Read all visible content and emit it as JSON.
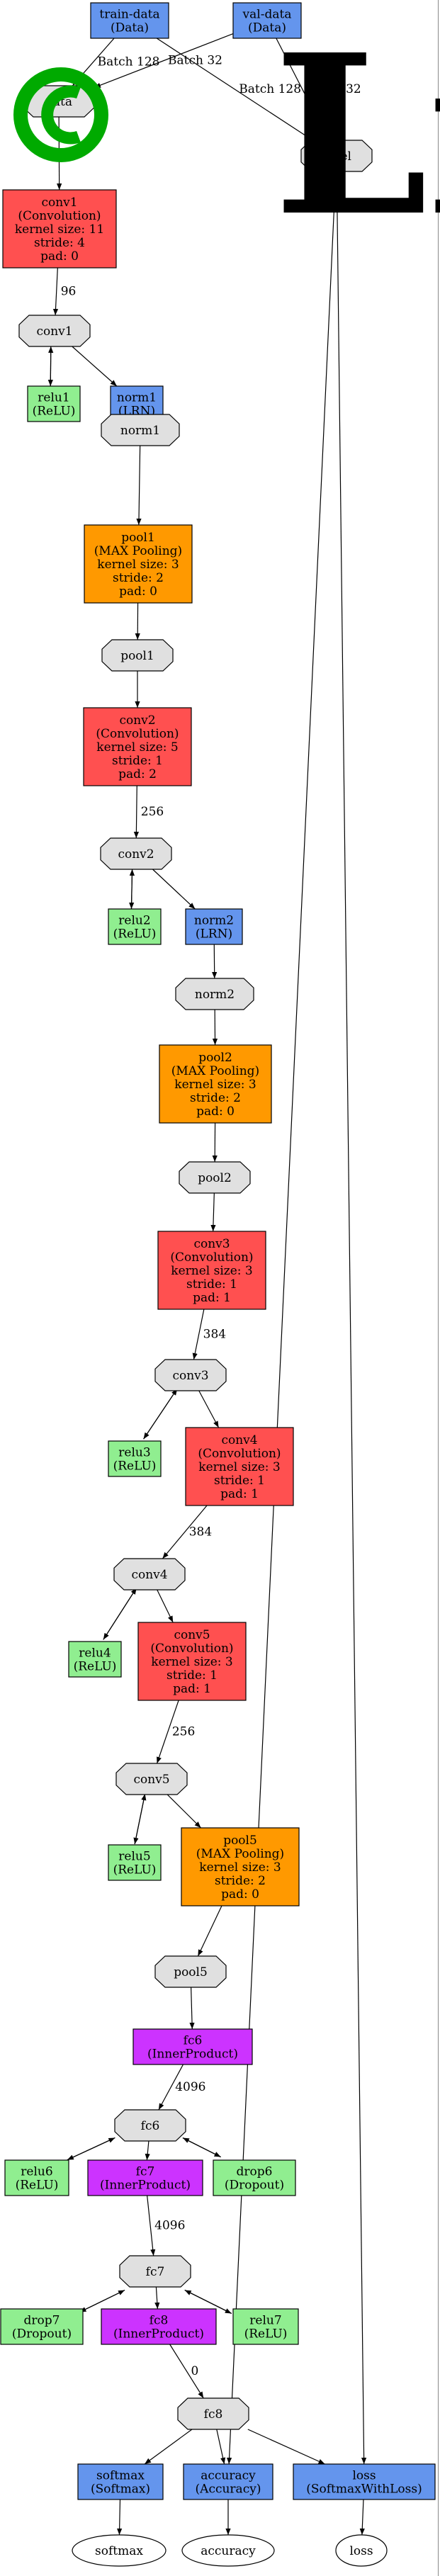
{
  "diagram": {
    "watermark": {
      "text": "Li",
      "color": "#00aa00"
    },
    "colors": {
      "data": "#6495ed",
      "conv": "#ff5050",
      "pool": "#ff9900",
      "relu": "#90ee90",
      "fc": "#cc33ff",
      "blob": "#e0e0e0"
    },
    "nodes": [
      {
        "id": "train_data",
        "shape": "rect",
        "color": "data",
        "lines": [
          "train-data",
          "(Data)"
        ]
      },
      {
        "id": "val_data",
        "shape": "rect",
        "color": "data",
        "lines": [
          "val-data",
          "(Data)"
        ]
      },
      {
        "id": "data",
        "shape": "oct",
        "lines": [
          "data"
        ]
      },
      {
        "id": "label",
        "shape": "oct",
        "lines": [
          "label"
        ]
      },
      {
        "id": "conv1",
        "shape": "rect",
        "color": "conv",
        "lines": [
          "conv1",
          "(Convolution)",
          "kernel size: 11",
          "stride: 4",
          "pad: 0"
        ]
      },
      {
        "id": "conv1_blob",
        "shape": "oct",
        "lines": [
          "conv1"
        ]
      },
      {
        "id": "relu1",
        "shape": "rect",
        "color": "relu",
        "lines": [
          "relu1",
          "(ReLU)"
        ]
      },
      {
        "id": "norm1",
        "shape": "rect",
        "color": "data",
        "lines": [
          "norm1",
          "(LRN)"
        ]
      },
      {
        "id": "norm1_blob",
        "shape": "oct",
        "lines": [
          "norm1"
        ]
      },
      {
        "id": "pool1",
        "shape": "rect",
        "color": "pool",
        "lines": [
          "pool1",
          "(MAX Pooling)",
          "kernel size: 3",
          "stride: 2",
          "pad: 0"
        ]
      },
      {
        "id": "pool1_blob",
        "shape": "oct",
        "lines": [
          "pool1"
        ]
      },
      {
        "id": "conv2",
        "shape": "rect",
        "color": "conv",
        "lines": [
          "conv2",
          "(Convolution)",
          "kernel size: 5",
          "stride: 1",
          "pad: 2"
        ]
      },
      {
        "id": "conv2_blob",
        "shape": "oct",
        "lines": [
          "conv2"
        ]
      },
      {
        "id": "relu2",
        "shape": "rect",
        "color": "relu",
        "lines": [
          "relu2",
          "(ReLU)"
        ]
      },
      {
        "id": "norm2",
        "shape": "rect",
        "color": "data",
        "lines": [
          "norm2",
          "(LRN)"
        ]
      },
      {
        "id": "norm2_blob",
        "shape": "oct",
        "lines": [
          "norm2"
        ]
      },
      {
        "id": "pool2",
        "shape": "rect",
        "color": "pool",
        "lines": [
          "pool2",
          "(MAX Pooling)",
          "kernel size: 3",
          "stride: 2",
          "pad: 0"
        ]
      },
      {
        "id": "pool2_blob",
        "shape": "oct",
        "lines": [
          "pool2"
        ]
      },
      {
        "id": "conv3",
        "shape": "rect",
        "color": "conv",
        "lines": [
          "conv3",
          "(Convolution)",
          "kernel size: 3",
          "stride: 1",
          "pad: 1"
        ]
      },
      {
        "id": "conv3_blob",
        "shape": "oct",
        "lines": [
          "conv3"
        ]
      },
      {
        "id": "relu3",
        "shape": "rect",
        "color": "relu",
        "lines": [
          "relu3",
          "(ReLU)"
        ]
      },
      {
        "id": "conv4",
        "shape": "rect",
        "color": "conv",
        "lines": [
          "conv4",
          "(Convolution)",
          "kernel size: 3",
          "stride: 1",
          "pad: 1"
        ]
      },
      {
        "id": "conv4_blob",
        "shape": "oct",
        "lines": [
          "conv4"
        ]
      },
      {
        "id": "relu4",
        "shape": "rect",
        "color": "relu",
        "lines": [
          "relu4",
          "(ReLU)"
        ]
      },
      {
        "id": "conv5",
        "shape": "rect",
        "color": "conv",
        "lines": [
          "conv5",
          "(Convolution)",
          "kernel size: 3",
          "stride: 1",
          "pad: 1"
        ]
      },
      {
        "id": "conv5_blob",
        "shape": "oct",
        "lines": [
          "conv5"
        ]
      },
      {
        "id": "relu5",
        "shape": "rect",
        "color": "relu",
        "lines": [
          "relu5",
          "(ReLU)"
        ]
      },
      {
        "id": "pool5",
        "shape": "rect",
        "color": "pool",
        "lines": [
          "pool5",
          "(MAX Pooling)",
          "kernel size: 3",
          "stride: 2",
          "pad: 0"
        ]
      },
      {
        "id": "pool5_blob",
        "shape": "oct",
        "lines": [
          "pool5"
        ]
      },
      {
        "id": "fc6",
        "shape": "rect",
        "color": "fc",
        "lines": [
          "fc6",
          "(InnerProduct)"
        ]
      },
      {
        "id": "fc6_blob",
        "shape": "oct",
        "lines": [
          "fc6"
        ]
      },
      {
        "id": "relu6",
        "shape": "rect",
        "color": "relu",
        "lines": [
          "relu6",
          "(ReLU)"
        ]
      },
      {
        "id": "fc7",
        "shape": "rect",
        "color": "fc",
        "lines": [
          "fc7",
          "(InnerProduct)"
        ]
      },
      {
        "id": "drop6",
        "shape": "rect",
        "color": "relu",
        "lines": [
          "drop6",
          "(Dropout)"
        ]
      },
      {
        "id": "fc7_blob",
        "shape": "oct",
        "lines": [
          "fc7"
        ]
      },
      {
        "id": "drop7",
        "shape": "rect",
        "color": "relu",
        "lines": [
          "drop7",
          "(Dropout)"
        ]
      },
      {
        "id": "fc8",
        "shape": "rect",
        "color": "fc",
        "lines": [
          "fc8",
          "(InnerProduct)"
        ]
      },
      {
        "id": "relu7",
        "shape": "rect",
        "color": "relu",
        "lines": [
          "relu7",
          "(ReLU)"
        ]
      },
      {
        "id": "fc8_blob",
        "shape": "oct",
        "lines": [
          "fc8"
        ]
      },
      {
        "id": "softmax",
        "shape": "rect",
        "color": "data",
        "lines": [
          "softmax",
          "(Softmax)"
        ]
      },
      {
        "id": "accuracy",
        "shape": "rect",
        "color": "data",
        "lines": [
          "accuracy",
          "(Accuracy)"
        ]
      },
      {
        "id": "loss",
        "shape": "rect",
        "color": "data",
        "lines": [
          "loss",
          "(SoftmaxWithLoss)"
        ]
      },
      {
        "id": "softmax_out",
        "shape": "ellipse",
        "lines": [
          "softmax"
        ]
      },
      {
        "id": "accuracy_out",
        "shape": "ellipse",
        "lines": [
          "accuracy"
        ]
      },
      {
        "id": "loss_out",
        "shape": "ellipse",
        "lines": [
          "loss"
        ]
      }
    ],
    "edges": [
      {
        "from": "train_data",
        "to": "data",
        "label": "Batch 128"
      },
      {
        "from": "train_data",
        "to": "label",
        "label": "Batch 128"
      },
      {
        "from": "val_data",
        "to": "data",
        "label": "Batch 32"
      },
      {
        "from": "val_data",
        "to": "label",
        "label": "Batch 32"
      },
      {
        "from": "data",
        "to": "conv1",
        "label": ""
      },
      {
        "from": "conv1",
        "to": "conv1_blob",
        "label": "96"
      },
      {
        "from": "conv1_blob",
        "to": "relu1",
        "label": ""
      },
      {
        "from": "relu1",
        "to": "conv1_blob",
        "label": ""
      },
      {
        "from": "conv1_blob",
        "to": "norm1",
        "label": ""
      },
      {
        "from": "norm1",
        "to": "norm1_blob",
        "label": ""
      },
      {
        "from": "norm1_blob",
        "to": "pool1",
        "label": ""
      },
      {
        "from": "pool1",
        "to": "pool1_blob",
        "label": ""
      },
      {
        "from": "pool1_blob",
        "to": "conv2",
        "label": ""
      },
      {
        "from": "conv2",
        "to": "conv2_blob",
        "label": "256"
      },
      {
        "from": "conv2_blob",
        "to": "relu2",
        "label": ""
      },
      {
        "from": "relu2",
        "to": "conv2_blob",
        "label": ""
      },
      {
        "from": "conv2_blob",
        "to": "norm2",
        "label": ""
      },
      {
        "from": "norm2",
        "to": "norm2_blob",
        "label": ""
      },
      {
        "from": "norm2_blob",
        "to": "pool2",
        "label": ""
      },
      {
        "from": "pool2",
        "to": "pool2_blob",
        "label": ""
      },
      {
        "from": "pool2_blob",
        "to": "conv3",
        "label": ""
      },
      {
        "from": "conv3",
        "to": "conv3_blob",
        "label": "384"
      },
      {
        "from": "conv3_blob",
        "to": "relu3",
        "label": ""
      },
      {
        "from": "relu3",
        "to": "conv3_blob",
        "label": ""
      },
      {
        "from": "conv3_blob",
        "to": "conv4",
        "label": ""
      },
      {
        "from": "conv4",
        "to": "conv4_blob",
        "label": "384"
      },
      {
        "from": "conv4_blob",
        "to": "relu4",
        "label": ""
      },
      {
        "from": "relu4",
        "to": "conv4_blob",
        "label": ""
      },
      {
        "from": "conv4_blob",
        "to": "conv5",
        "label": ""
      },
      {
        "from": "conv5",
        "to": "conv5_blob",
        "label": "256"
      },
      {
        "from": "conv5_blob",
        "to": "relu5",
        "label": ""
      },
      {
        "from": "relu5",
        "to": "conv5_blob",
        "label": ""
      },
      {
        "from": "conv5_blob",
        "to": "pool5",
        "label": ""
      },
      {
        "from": "pool5",
        "to": "pool5_blob",
        "label": ""
      },
      {
        "from": "pool5_blob",
        "to": "fc6",
        "label": ""
      },
      {
        "from": "fc6",
        "to": "fc6_blob",
        "label": "4096"
      },
      {
        "from": "fc6_blob",
        "to": "relu6",
        "label": ""
      },
      {
        "from": "relu6",
        "to": "fc6_blob",
        "label": ""
      },
      {
        "from": "fc6_blob",
        "to": "fc7",
        "label": ""
      },
      {
        "from": "fc6_blob",
        "to": "drop6",
        "label": ""
      },
      {
        "from": "drop6",
        "to": "fc6_blob",
        "label": ""
      },
      {
        "from": "fc7",
        "to": "fc7_blob",
        "label": "4096"
      },
      {
        "from": "fc7_blob",
        "to": "drop7",
        "label": ""
      },
      {
        "from": "drop7",
        "to": "fc7_blob",
        "label": ""
      },
      {
        "from": "fc7_blob",
        "to": "fc8",
        "label": ""
      },
      {
        "from": "fc7_blob",
        "to": "relu7",
        "label": ""
      },
      {
        "from": "relu7",
        "to": "fc7_blob",
        "label": ""
      },
      {
        "from": "fc8",
        "to": "fc8_blob",
        "label": "0"
      },
      {
        "from": "fc8_blob",
        "to": "softmax",
        "label": ""
      },
      {
        "from": "fc8_blob",
        "to": "accuracy",
        "label": ""
      },
      {
        "from": "fc8_blob",
        "to": "loss",
        "label": ""
      },
      {
        "from": "label",
        "to": "accuracy",
        "label": ""
      },
      {
        "from": "label",
        "to": "loss",
        "label": ""
      },
      {
        "from": "softmax",
        "to": "softmax_out",
        "label": ""
      },
      {
        "from": "accuracy",
        "to": "accuracy_out",
        "label": ""
      },
      {
        "from": "loss",
        "to": "loss_out",
        "label": ""
      }
    ]
  }
}
